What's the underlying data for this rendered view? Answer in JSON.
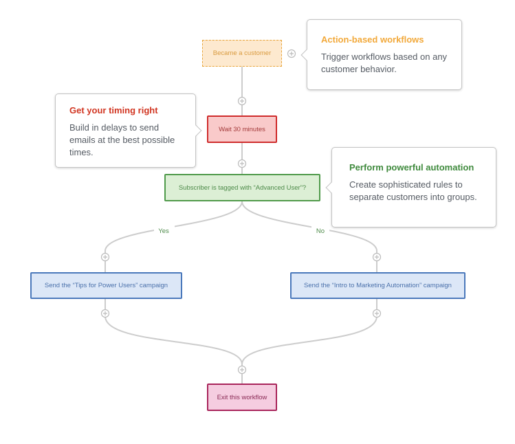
{
  "nodes": {
    "trigger": "Became a customer",
    "delay": "Wait 30 minutes",
    "condition": "Subscriber is tagged with “Advanced User”?",
    "action_left": "Send the “Tips for Power Users” campaign",
    "action_right": "Send the “Intro to Marketing Automation” campaign",
    "exit": "Exit this workflow"
  },
  "branches": {
    "yes": "Yes",
    "no": "No"
  },
  "callouts": {
    "action_based": {
      "title": "Action-based workflows",
      "text": "Trigger workflows based on any customer behavior."
    },
    "timing": {
      "title": "Get your timing right",
      "text": "Build in delays to send emails at the best possible times."
    },
    "automation": {
      "title": "Perform powerful automation",
      "text": "Create sophisticated rules to separate customers into groups."
    }
  },
  "colors": {
    "trigger_border": "#e8a53a",
    "delay_border": "#cf2b2b",
    "condition_border": "#4f9a4a",
    "action_border": "#4a78bb",
    "exit_border": "#a8245a",
    "connector": "#cccccc",
    "branch_label": "#4d8a49"
  }
}
